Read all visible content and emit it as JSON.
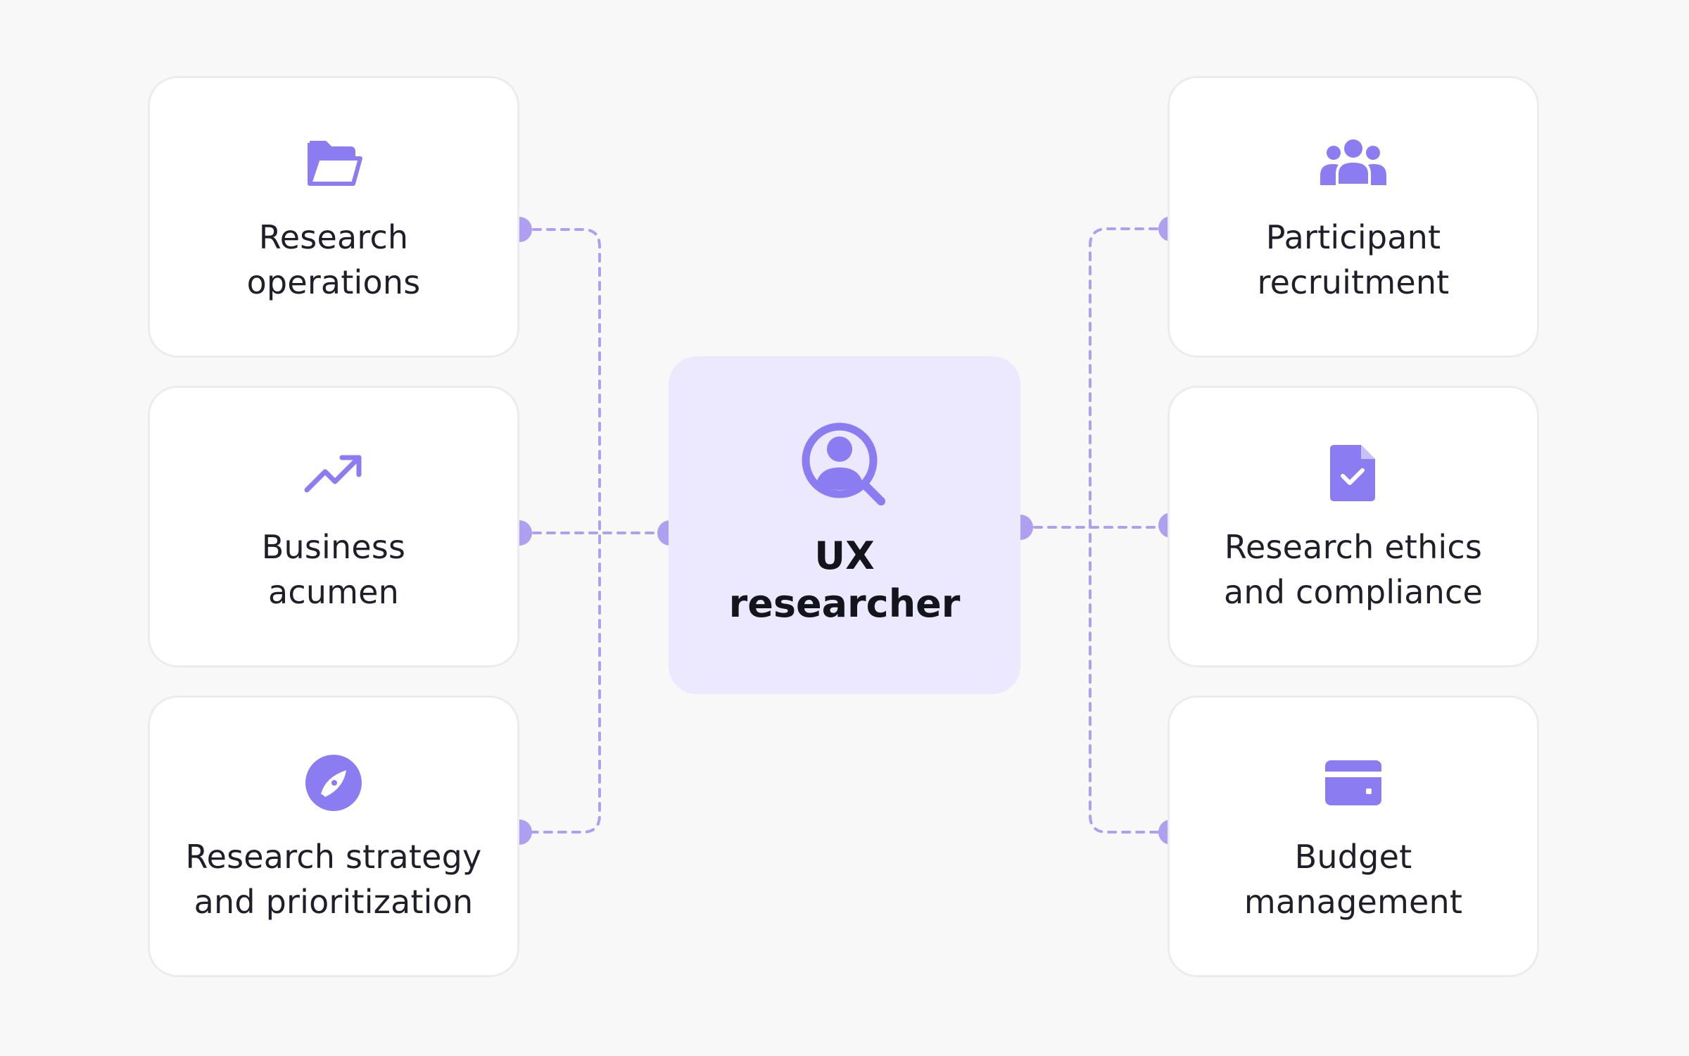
{
  "colors": {
    "accent": "#8b7cf2",
    "connector": "#ae9ff1",
    "center_bg": "#ece8fd",
    "card_bg": "#ffffff",
    "card_border": "#ececee",
    "page_bg": "#f8f8f8",
    "text": "#1f1f29"
  },
  "center": {
    "icon": "user-search-icon",
    "line1": "UX",
    "line2": "researcher"
  },
  "left_cards": [
    {
      "icon": "folder-icon",
      "line1": "Research",
      "line2": "operations"
    },
    {
      "icon": "trending-up-icon",
      "line1": "Business",
      "line2": "acumen"
    },
    {
      "icon": "compass-icon",
      "line1": "Research strategy",
      "line2": "and prioritization"
    }
  ],
  "right_cards": [
    {
      "icon": "users-icon",
      "line1": "Participant",
      "line2": "recruitment"
    },
    {
      "icon": "document-check-icon",
      "line1": "Research ethics",
      "line2": "and compliance"
    },
    {
      "icon": "credit-card-icon",
      "line1": "Budget",
      "line2": "management"
    }
  ]
}
